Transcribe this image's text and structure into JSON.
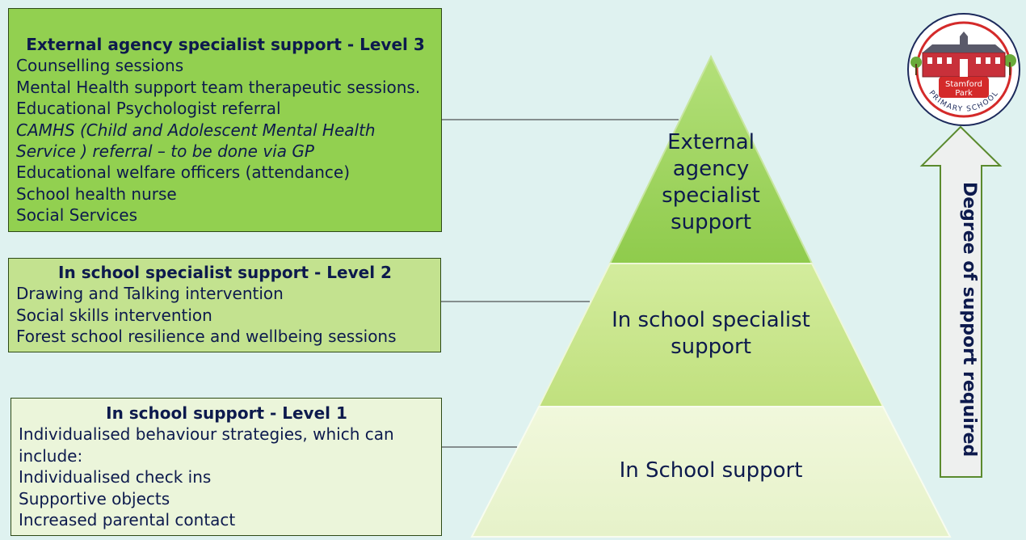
{
  "levels": {
    "level3": {
      "heading": "External agency specialist support - Level 3",
      "items": [
        "Counselling sessions",
        "Mental Health support team therapeutic sessions.",
        "Educational Psychologist referral",
        "CAMHS (Child and Adolescent Mental Health",
        "Service ) referral – to be done via GP",
        "Educational welfare officers (attendance)",
        "School health nurse",
        "Social Services"
      ]
    },
    "level2": {
      "heading": "In school specialist support - Level 2",
      "items": [
        "Drawing and Talking intervention",
        "Social skills intervention",
        "Forest school resilience and wellbeing sessions"
      ]
    },
    "level1": {
      "heading": "In school support - Level 1",
      "items": [
        "Individualised behaviour strategies, which can include:",
        "Individualised check ins",
        "Supportive objects",
        "Increased parental contact"
      ]
    }
  },
  "pyramid": {
    "top": "External agency specialist support",
    "middle": "In school specialist support",
    "bottom": "In School support"
  },
  "arrow_label": "Degree of support required",
  "logo": {
    "name_line1": "Stamford",
    "name_line2": "Park",
    "ring_text": "PRIMARY SCHOOL"
  },
  "colors": {
    "level3": "#92d050",
    "level2": "#c3e28f",
    "level1": "#ebf5da",
    "background": "#dff2f0",
    "text": "#0d1a4d",
    "logo_red": "#d42a2a"
  }
}
